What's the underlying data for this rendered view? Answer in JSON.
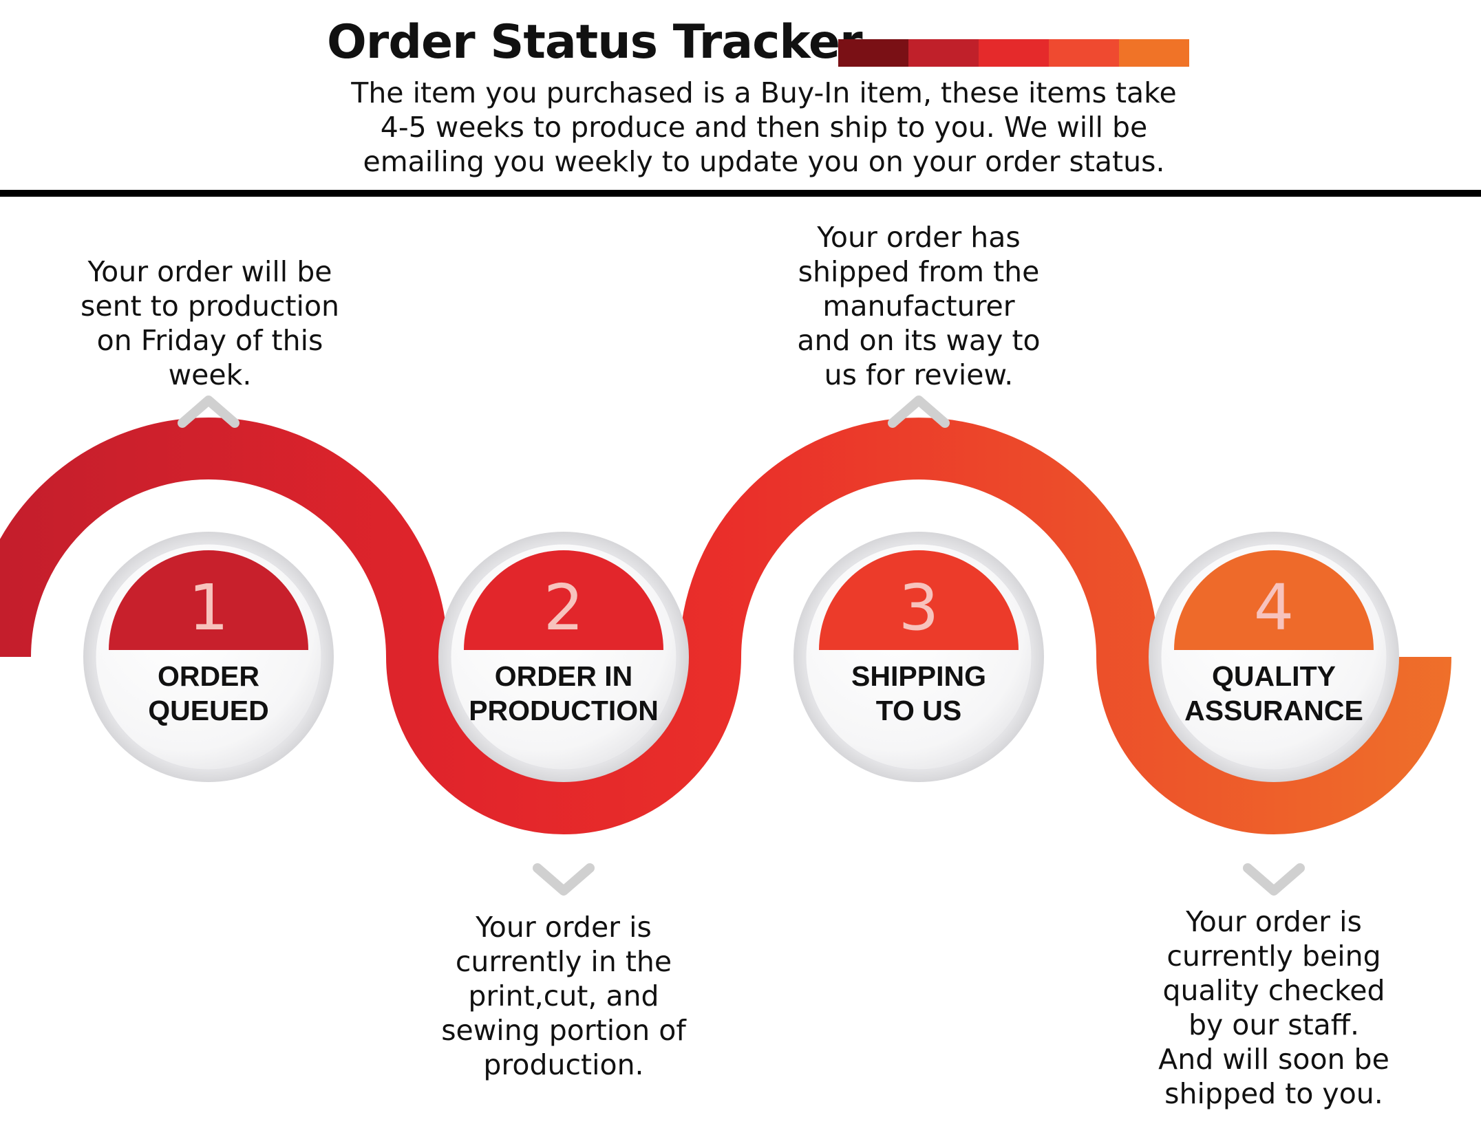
{
  "header": {
    "title": "Order Status Tracker",
    "subtitle": [
      "The item you purchased is a Buy-In item, these items take",
      "4-5 weeks to produce and then ship to you. We will be",
      "emailing you weekly to update you on your order status."
    ],
    "color_bar": [
      "#7a1015",
      "#c0202a",
      "#e52a2b",
      "#ef4a30",
      "#f07327"
    ]
  },
  "steps": [
    {
      "number": "1",
      "label": [
        "ORDER",
        "QUEUED"
      ],
      "color": "#c8202c",
      "description": [
        "Your order will be",
        "sent to production",
        "on Friday of this",
        "week."
      ]
    },
    {
      "number": "2",
      "label": [
        "ORDER IN",
        "PRODUCTION"
      ],
      "color": "#e2262b",
      "description": [
        "Your order is",
        "currently in the",
        "print,cut, and",
        "sewing portion of",
        "production."
      ]
    },
    {
      "number": "3",
      "label": [
        "SHIPPING",
        "TO US"
      ],
      "color": "#ec3b2a",
      "description": [
        "Your order has",
        "shipped from the",
        "manufacturer",
        "and on its way to",
        "us for review."
      ]
    },
    {
      "number": "4",
      "label": [
        "QUALITY",
        "ASSURANCE"
      ],
      "color": "#ee6a2a",
      "description": [
        "Your order is",
        "currently being",
        "quality checked",
        "by our staff.",
        "And will soon be",
        "shipped to you."
      ]
    }
  ]
}
